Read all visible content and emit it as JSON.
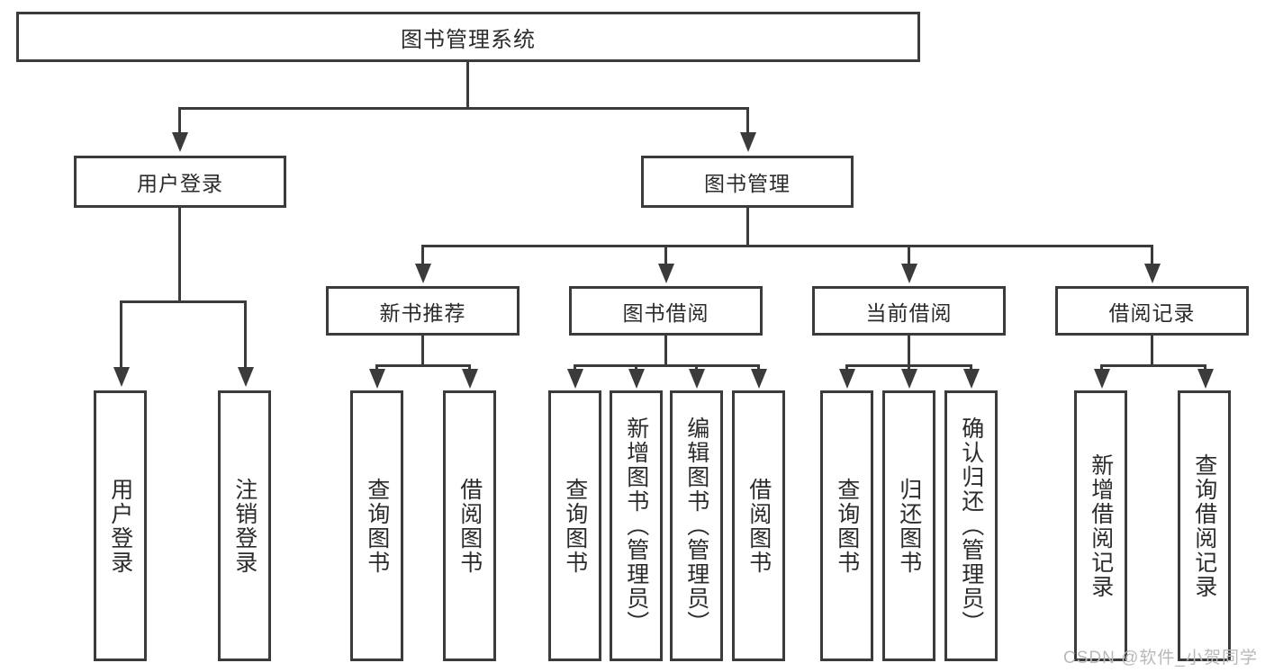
{
  "diagram": {
    "title": "图书管理系统",
    "type": "hierarchy-tree",
    "root": {
      "label": "图书管理系统"
    },
    "level2": [
      {
        "label": "用户登录"
      },
      {
        "label": "图书管理"
      }
    ],
    "level3": [
      {
        "label": "新书推荐"
      },
      {
        "label": "图书借阅"
      },
      {
        "label": "当前借阅"
      },
      {
        "label": "借阅记录"
      }
    ],
    "leaves": [
      {
        "label": "用户登录",
        "parent": "用户登录"
      },
      {
        "label": "注销登录",
        "parent": "用户登录"
      },
      {
        "label": "查询图书",
        "parent": "新书推荐"
      },
      {
        "label": "借阅图书",
        "parent": "新书推荐"
      },
      {
        "label": "查询图书",
        "parent": "图书借阅"
      },
      {
        "label": "新增图书（管理员）",
        "parent": "图书借阅"
      },
      {
        "label": "编辑图书（管理员）",
        "parent": "图书借阅"
      },
      {
        "label": "借阅图书",
        "parent": "图书借阅"
      },
      {
        "label": "查询图书",
        "parent": "当前借阅"
      },
      {
        "label": "归还图书",
        "parent": "当前借阅"
      },
      {
        "label": "确认归还（管理员）",
        "parent": "当前借阅"
      },
      {
        "label": "新增借阅记录",
        "parent": "借阅记录"
      },
      {
        "label": "查询借阅记录",
        "parent": "借阅记录"
      }
    ],
    "watermark": "CSDN @软件_小贺同学",
    "colors": {
      "stroke": "#3b3b3b",
      "fill": "#ffffff",
      "text": "#2b2b2b",
      "watermark": "#b9b9b9"
    }
  }
}
